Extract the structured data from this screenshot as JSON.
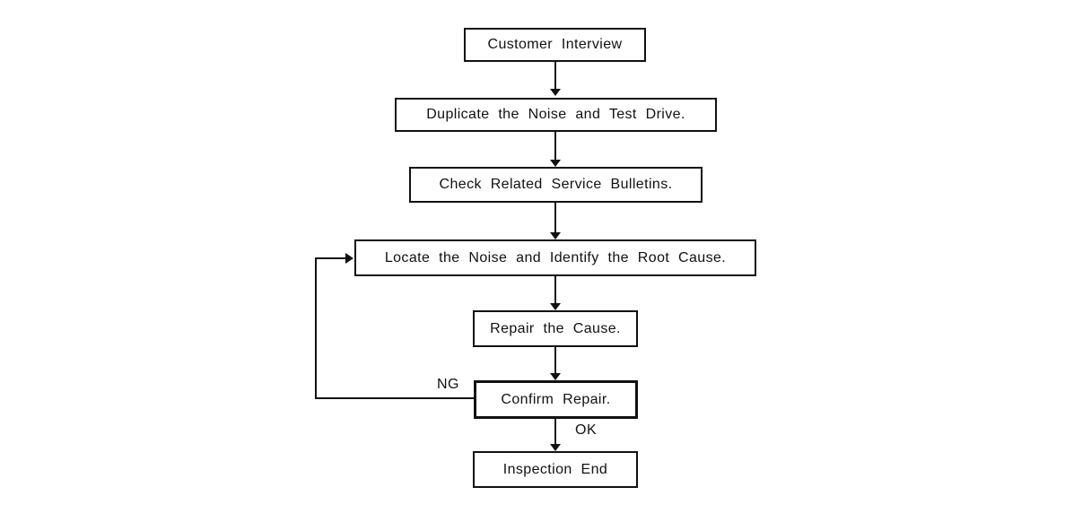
{
  "diagram": {
    "type": "flowchart",
    "nodes": [
      {
        "id": "customer-interview",
        "label": "Customer Interview"
      },
      {
        "id": "duplicate-noise",
        "label": "Duplicate the Noise and Test Drive."
      },
      {
        "id": "check-bulletins",
        "label": "Check Related Service Bulletins."
      },
      {
        "id": "locate-noise",
        "label": "Locate the Noise and Identify the Root Cause."
      },
      {
        "id": "repair-cause",
        "label": "Repair the Cause."
      },
      {
        "id": "confirm-repair",
        "label": "Confirm Repair."
      },
      {
        "id": "inspection-end",
        "label": "Inspection End"
      }
    ],
    "edges": [
      {
        "from": "customer-interview",
        "to": "duplicate-noise",
        "label": ""
      },
      {
        "from": "duplicate-noise",
        "to": "check-bulletins",
        "label": ""
      },
      {
        "from": "check-bulletins",
        "to": "locate-noise",
        "label": ""
      },
      {
        "from": "locate-noise",
        "to": "repair-cause",
        "label": ""
      },
      {
        "from": "repair-cause",
        "to": "confirm-repair",
        "label": ""
      },
      {
        "from": "confirm-repair",
        "to": "inspection-end",
        "label": "OK"
      },
      {
        "from": "confirm-repair",
        "to": "locate-noise",
        "label": "NG"
      }
    ],
    "edge_labels": {
      "ng": "NG",
      "ok": "OK"
    },
    "colors": {
      "line": "#111111",
      "background": "#ffffff",
      "box_background": "#ffffff"
    }
  }
}
